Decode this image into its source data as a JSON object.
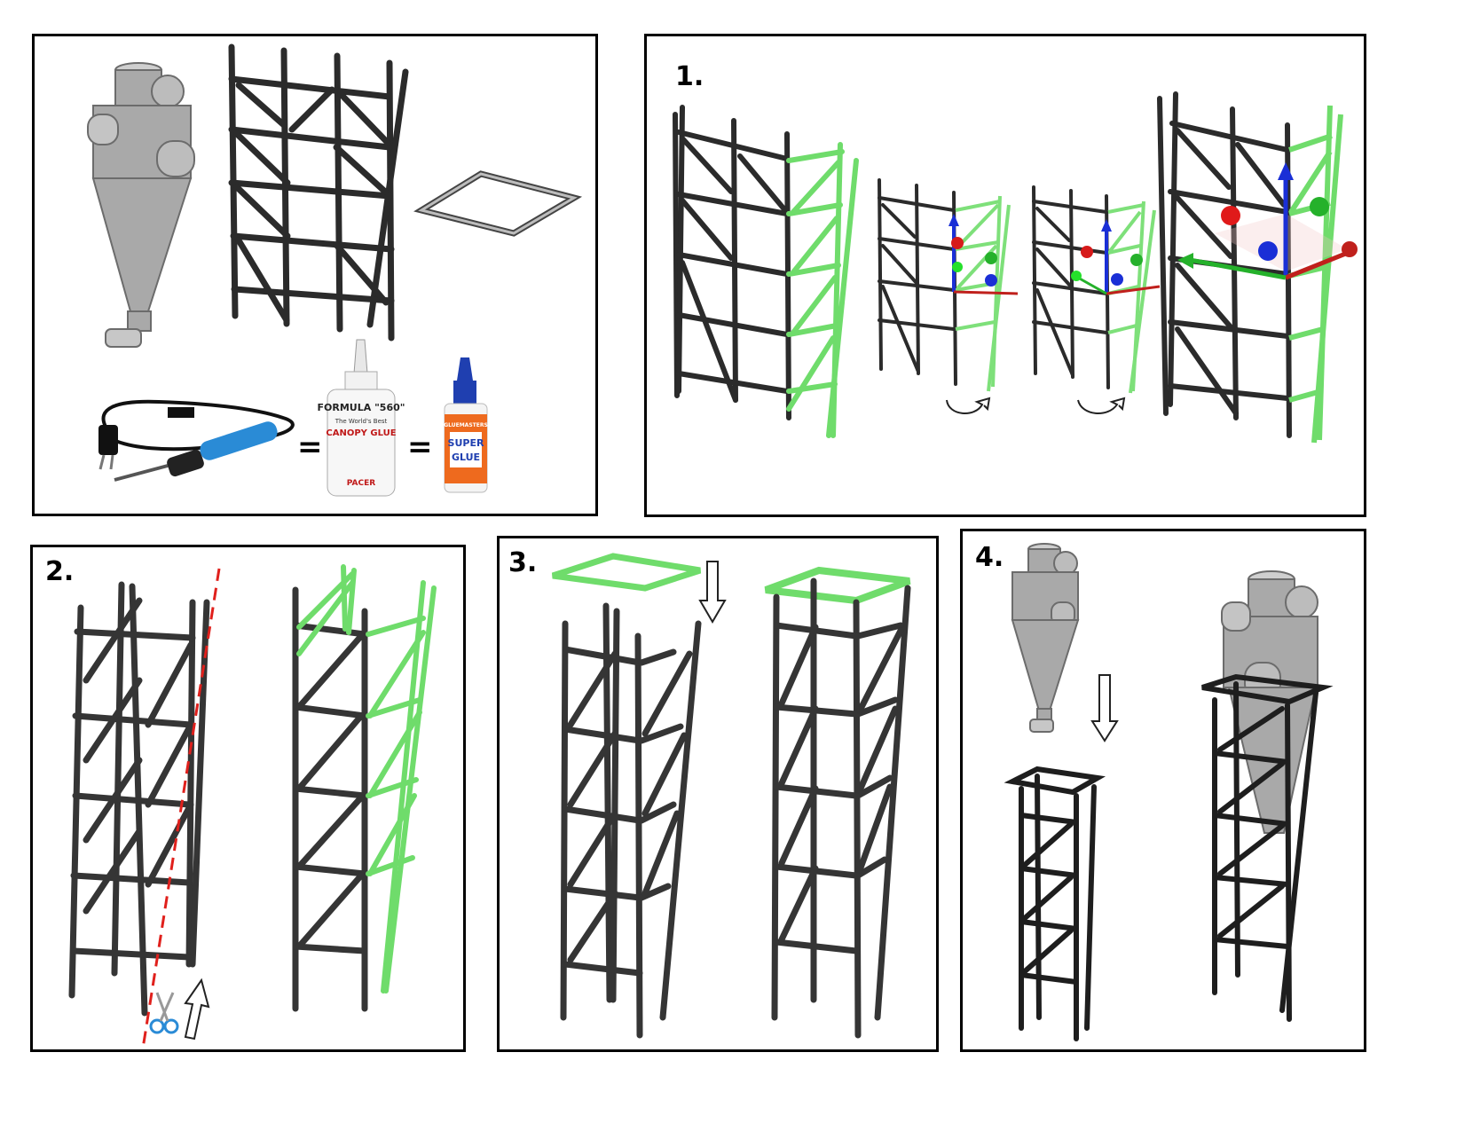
{
  "steps": {
    "s1": "1.",
    "s2": "2.",
    "s3": "3.",
    "s4": "4."
  },
  "equals": [
    "=",
    "="
  ],
  "products": {
    "canopy_glue": {
      "brand": "FORMULA \"560\"",
      "line1": "The World's Best",
      "line2": "CANOPY GLUE",
      "maker": "PACER"
    },
    "super_glue": {
      "maker": "GLUEMASTERS",
      "line1": "SUPER",
      "line2": "GLUE"
    }
  },
  "colors": {
    "frame": "#2b2b2b",
    "highlight": "#7ee07a",
    "cut_line": "#e0201c",
    "axis_x": "#c0201c",
    "axis_y": "#1a2fd6",
    "axis_z": "#25b12b",
    "model": "#9a9a9a",
    "cable_blue": "#2a8bd6"
  },
  "icons": [
    "cyclone-model",
    "tower-frame",
    "square-ring",
    "soldering-iron",
    "glue-bottle",
    "scissors-icon",
    "down-arrow-icon",
    "up-arrow-icon",
    "rotate-arrow-icon",
    "gizmo-icon"
  ]
}
